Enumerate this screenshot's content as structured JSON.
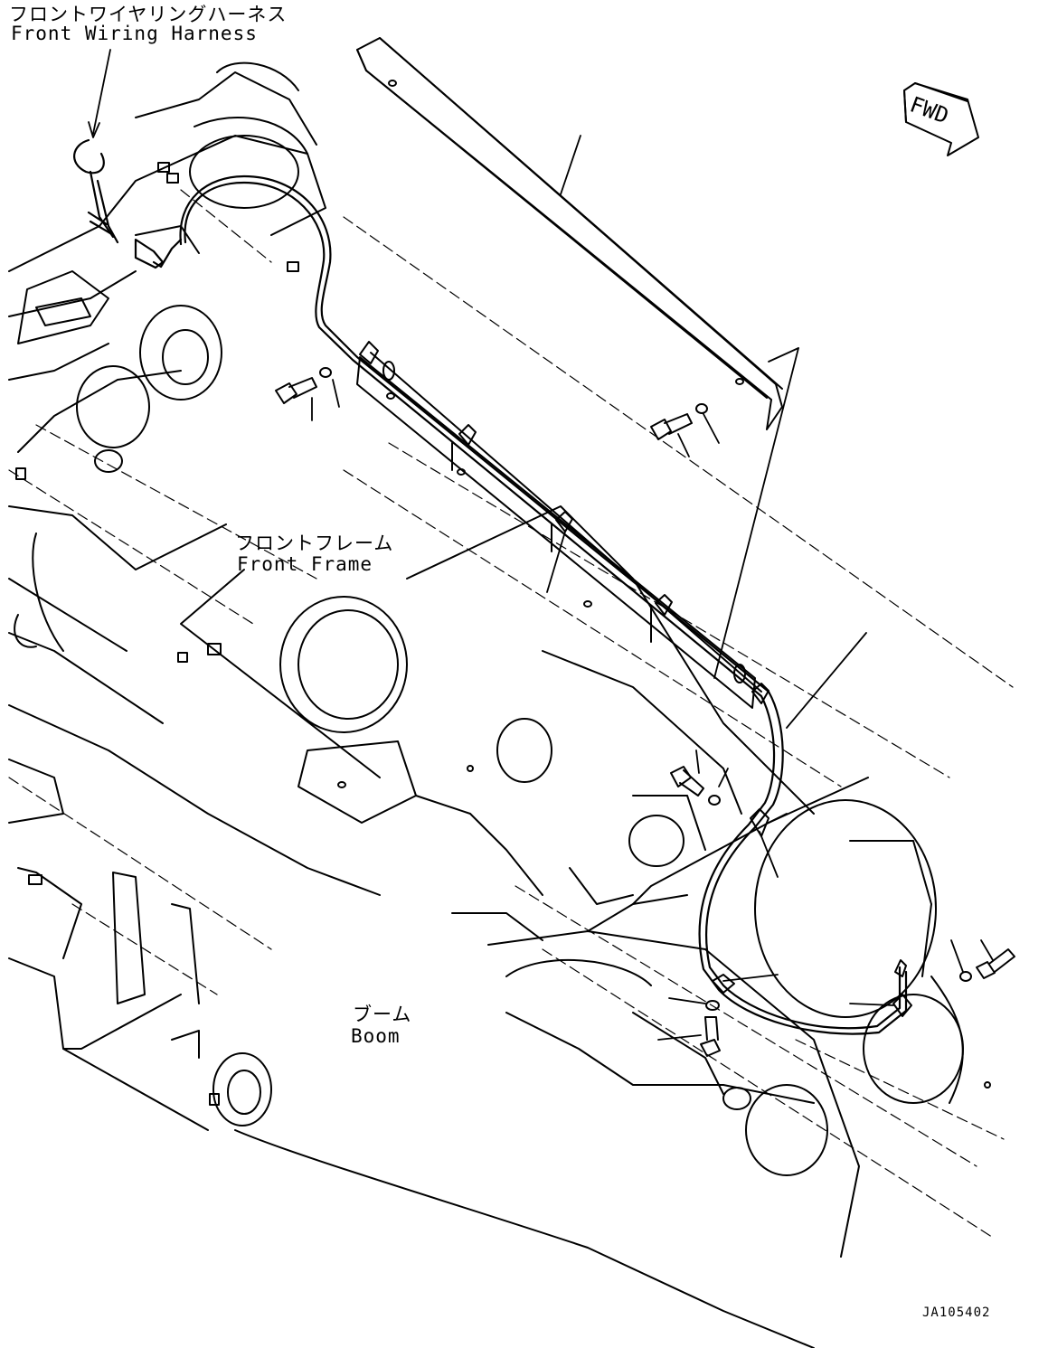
{
  "labels": {
    "harness_jp": "フロントワイヤリングハーネス",
    "harness_en": "Front Wiring Harness",
    "frame_jp": "フロントフレーム",
    "frame_en": "Front Frame",
    "boom_jp": "ブーム",
    "boom_en": "Boom",
    "fwd": "FWD",
    "drawing_code": "JA105402"
  }
}
